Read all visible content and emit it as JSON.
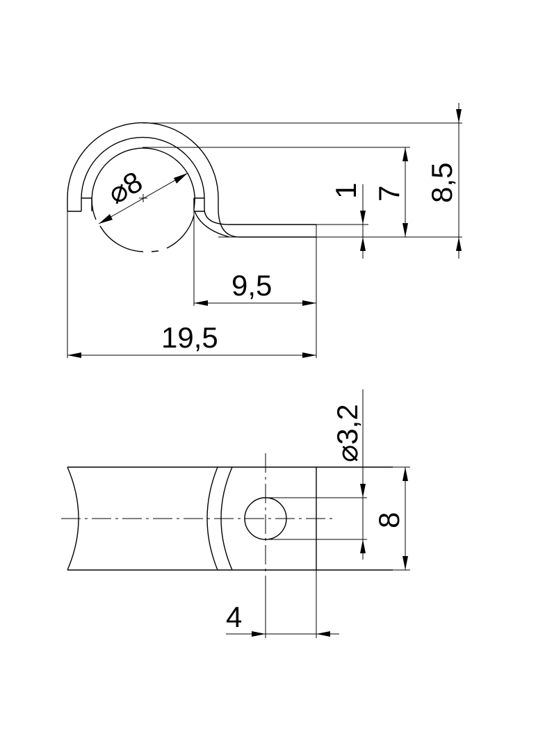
{
  "drawing": {
    "side_view": {
      "dimensions": {
        "pipe_diameter": "⌀8",
        "inner_offset": "9,5",
        "overall_length": "19,5",
        "thickness": "1",
        "inner_height": "7",
        "overall_height": "8,5"
      }
    },
    "top_view": {
      "dimensions": {
        "hole_diameter": "⌀3,2",
        "width": "8",
        "hole_offset": "4"
      }
    },
    "line_color": "#000000",
    "background_color": "#ffffff"
  }
}
